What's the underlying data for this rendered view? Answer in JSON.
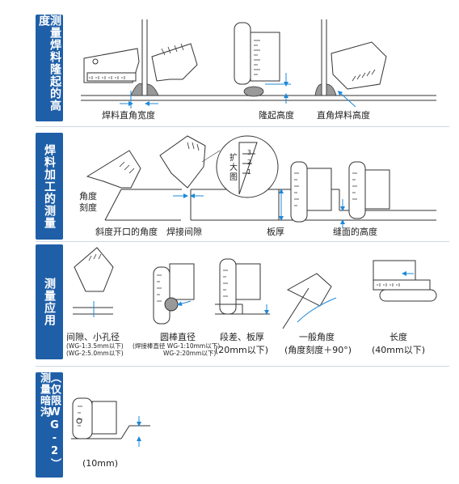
{
  "sections": [
    {
      "tab": "测量焊料隆起的高度",
      "labels": [
        "焊料直角宽度",
        "隆起高度",
        "直角焊料高度"
      ]
    },
    {
      "tab": "焊料加工的测量",
      "labels": [
        "斜度开口的角度",
        "焊接间隙",
        "板厚",
        "缝面的高度"
      ],
      "side_label": "角度\n刻度",
      "zoom_label": "扩\n大\n图",
      "zoom_ticks": [
        "3",
        "2",
        "1"
      ]
    },
    {
      "tab": "测量应用",
      "items": [
        {
          "label": "间隙、小孔径",
          "sub1": "(WG-1:3.5mm以下)",
          "sub2": "(WG-2:5.0mm以下)"
        },
        {
          "label": "圆棒直径",
          "sub1": "(焊接棒直径 WG-1:10mm以下)",
          "sub2": "WG-2:20mm以下)"
        },
        {
          "label": "段差、板厚",
          "sub1": "(20mm以下)"
        },
        {
          "label": "一般角度",
          "sub1": "(角度刻度＋90°)"
        },
        {
          "label": "长度",
          "sub1": "(40mm以下)"
        }
      ]
    },
    {
      "tab": "（仅限WG-2）测量暗沟",
      "labels": [
        "(10mm)"
      ]
    }
  ],
  "colors": {
    "tab_bg": "#1f5fa8",
    "accent": "#1e88d8",
    "gauge_line": "#333333",
    "weld": "#999999"
  }
}
